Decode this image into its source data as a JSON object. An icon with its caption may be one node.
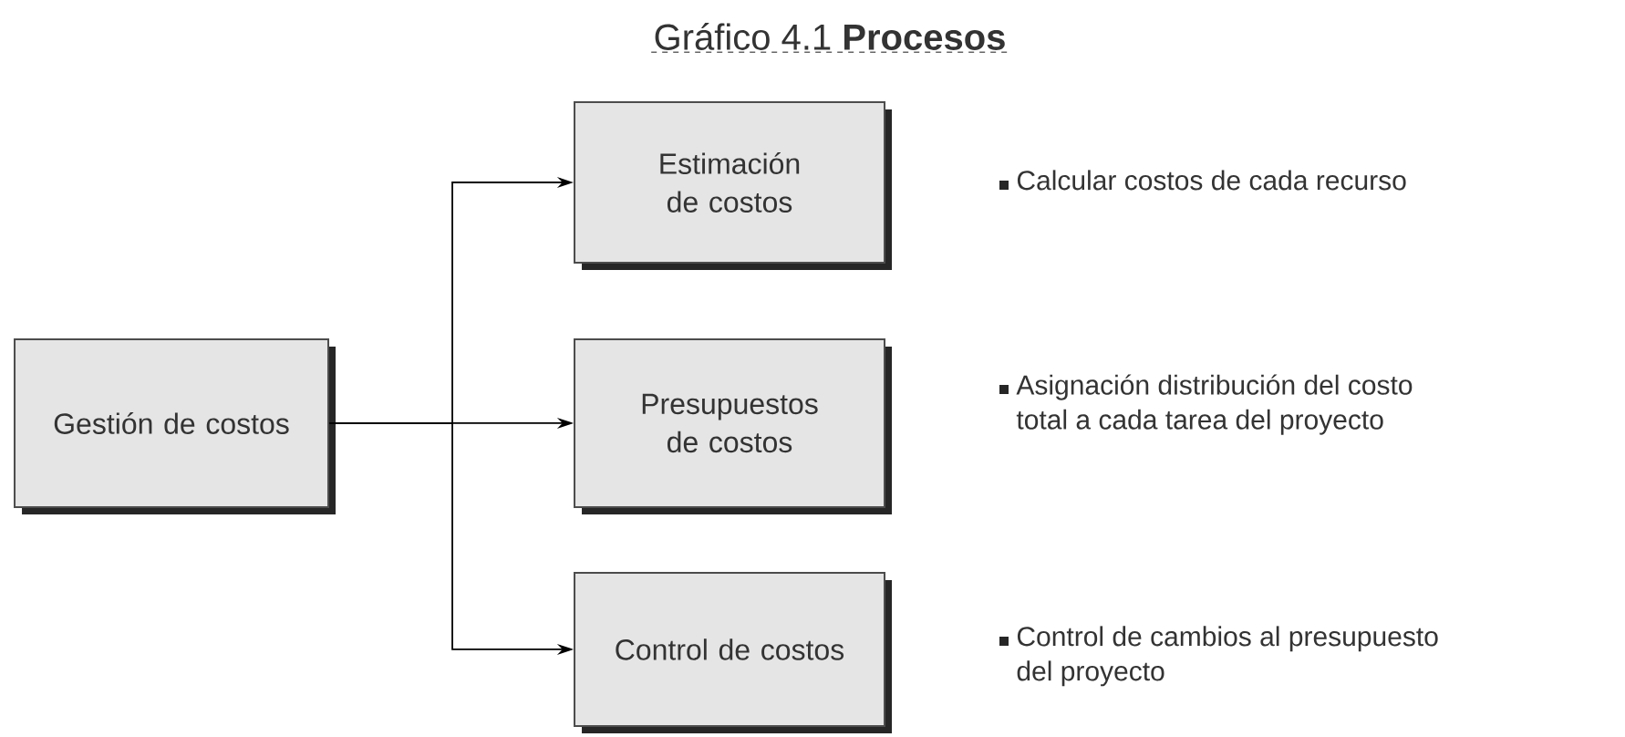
{
  "diagram": {
    "title": "Gráfico 4.1 **Procesos**",
    "nodes": [
      {
        "text": [
          "Gestión de costos"
        ]
      },
      {
        "text": [
          "Estimación de costos"
        ]
      },
      {
        "text": [
          "Presupuestos de costos"
        ]
      },
      {
        "text": [
          "Control de costos"
        ]
      }
    ],
    "edges": [
      {
        "from": 0,
        "to": 1,
        "arrow": "to"
      },
      {
        "from": 0,
        "to": 2,
        "arrow": "to"
      },
      {
        "from": 0,
        "to": 3,
        "arrow": "to"
      }
    ],
    "labels": [
      "Calcular costos de cada recurso",
      "Asignación distribución del costo total a cada tarea del proyecto",
      "Control de cambios al presupuesto del proyecto"
    ]
  }
}
